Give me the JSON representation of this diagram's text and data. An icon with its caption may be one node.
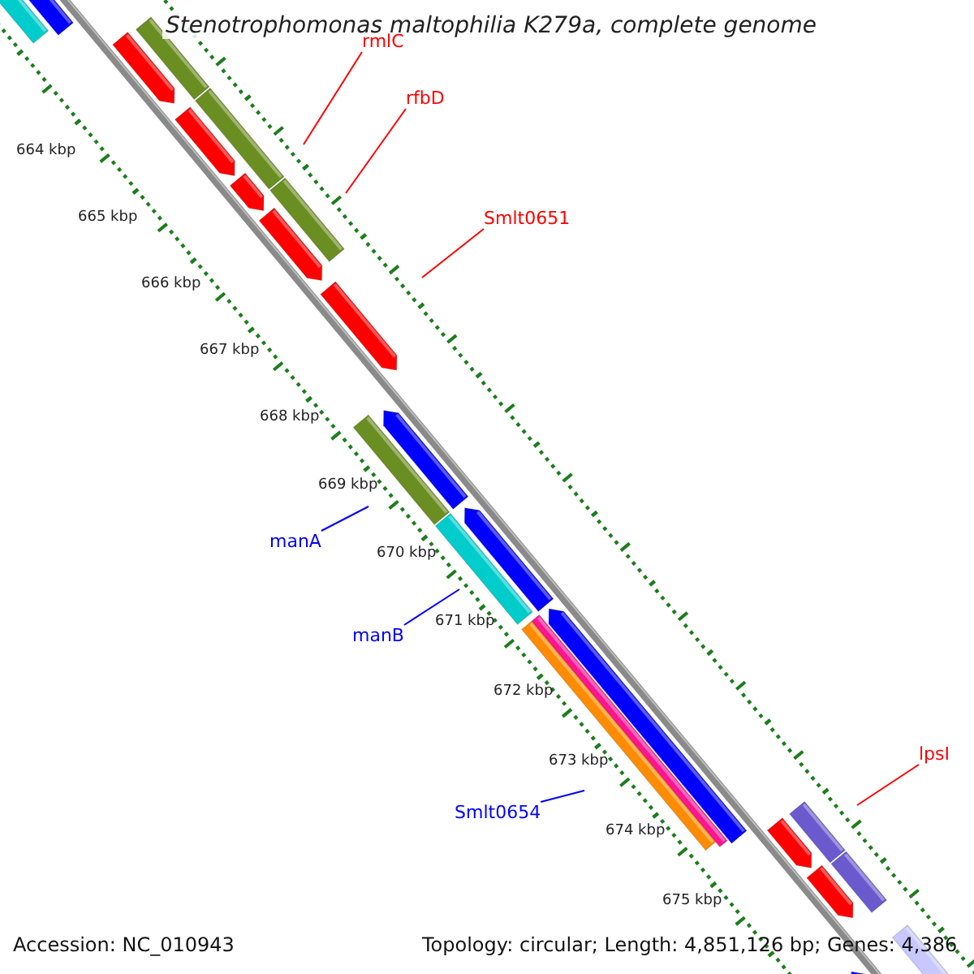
{
  "diagram": {
    "title": "Stenotrophomonas maltophilia K279a, complete genome",
    "nodes": [
      {
        "text": [
          "rmlC"
        ]
      },
      {
        "text": [
          "rfbD"
        ]
      },
      {
        "text": [
          "Smlt0651"
        ]
      },
      {
        "text": [
          "manA"
        ]
      },
      {
        "text": [
          "manB"
        ]
      },
      {
        "text": [
          "Smlt0654"
        ]
      },
      {
        "text": [
          "lpsI"
        ]
      }
    ],
    "edges": [
      {
        "from": 0,
        "to": null,
        "arrow": "none"
      },
      {
        "from": 1,
        "to": null,
        "arrow": "none"
      },
      {
        "from": 2,
        "to": null,
        "arrow": "none"
      },
      {
        "from": 3,
        "to": null,
        "arrow": "none",
        "color": "#0000ff"
      },
      {
        "from": 4,
        "to": null,
        "arrow": "none",
        "color": "#0000ff"
      },
      {
        "from": 5,
        "to": null,
        "arrow": "none",
        "color": "#0000ff"
      },
      {
        "from": 6,
        "to": null,
        "arrow": "none"
      }
    ],
    "labels": [
      "664 kbp",
      "665 kbp",
      "666 kbp",
      "667 kbp",
      "668 kbp",
      "669 kbp",
      "670 kbp",
      "671 kbp",
      "672 kbp",
      "673 kbp",
      "674 kbp",
      "675 kbp",
      "Accession: NC_010943",
      "Topology: circular; Length: 4,851,126 bp; Genes: 4,386"
    ]
  }
}
